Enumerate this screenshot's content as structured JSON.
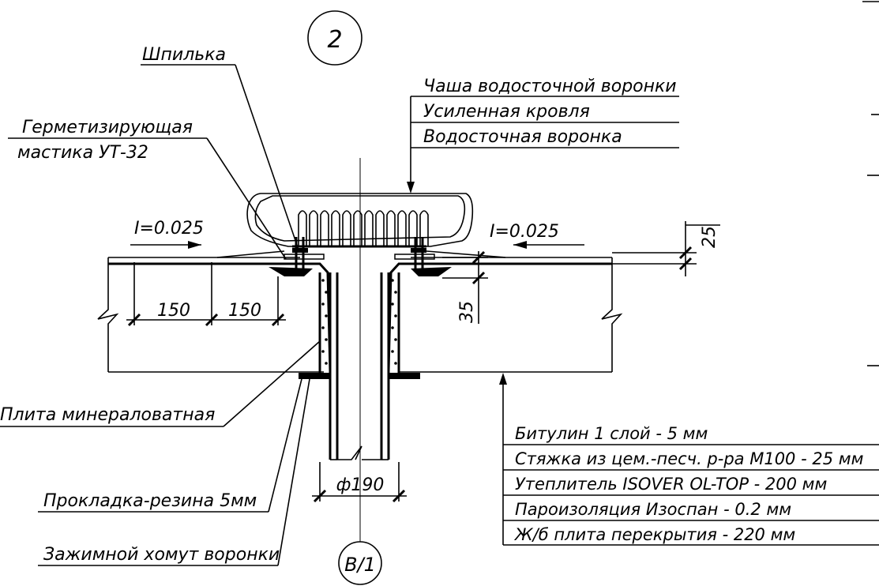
{
  "drawing": {
    "detail_number": "2",
    "reference_mark": "В/1",
    "labels": {
      "stud": "Шпилька",
      "sealant_line1": "Герметизирующая",
      "sealant_line2": "мастика УТ-32",
      "funnel_bowl": "Чаша водосточной воронки",
      "reinforced_roof": "Усиленная кровля",
      "drain_funnel": "Водосточная воронка",
      "mineral_wool": "Плита минераловатная",
      "rubber_gasket": "Прокладка-резина 5мм",
      "clamp": "Зажимной хомут воронки"
    },
    "slope_left": "I=0.025",
    "slope_right": "I=0.025",
    "dimensions": {
      "d150a": "150",
      "d150b": "150",
      "d35": "35",
      "d25": "25",
      "diameter": "ф190"
    },
    "layers": [
      "Битулин 1 слой - 5 мм",
      "Стяжка из цем.-песч. р-ра М100 - 25 мм",
      "Утеплитель ISOVER OL-TOP - 200 мм",
      "Пароизоляция Изоспан - 0.2 мм",
      "Ж/б плита перекрытия - 220 мм"
    ]
  }
}
